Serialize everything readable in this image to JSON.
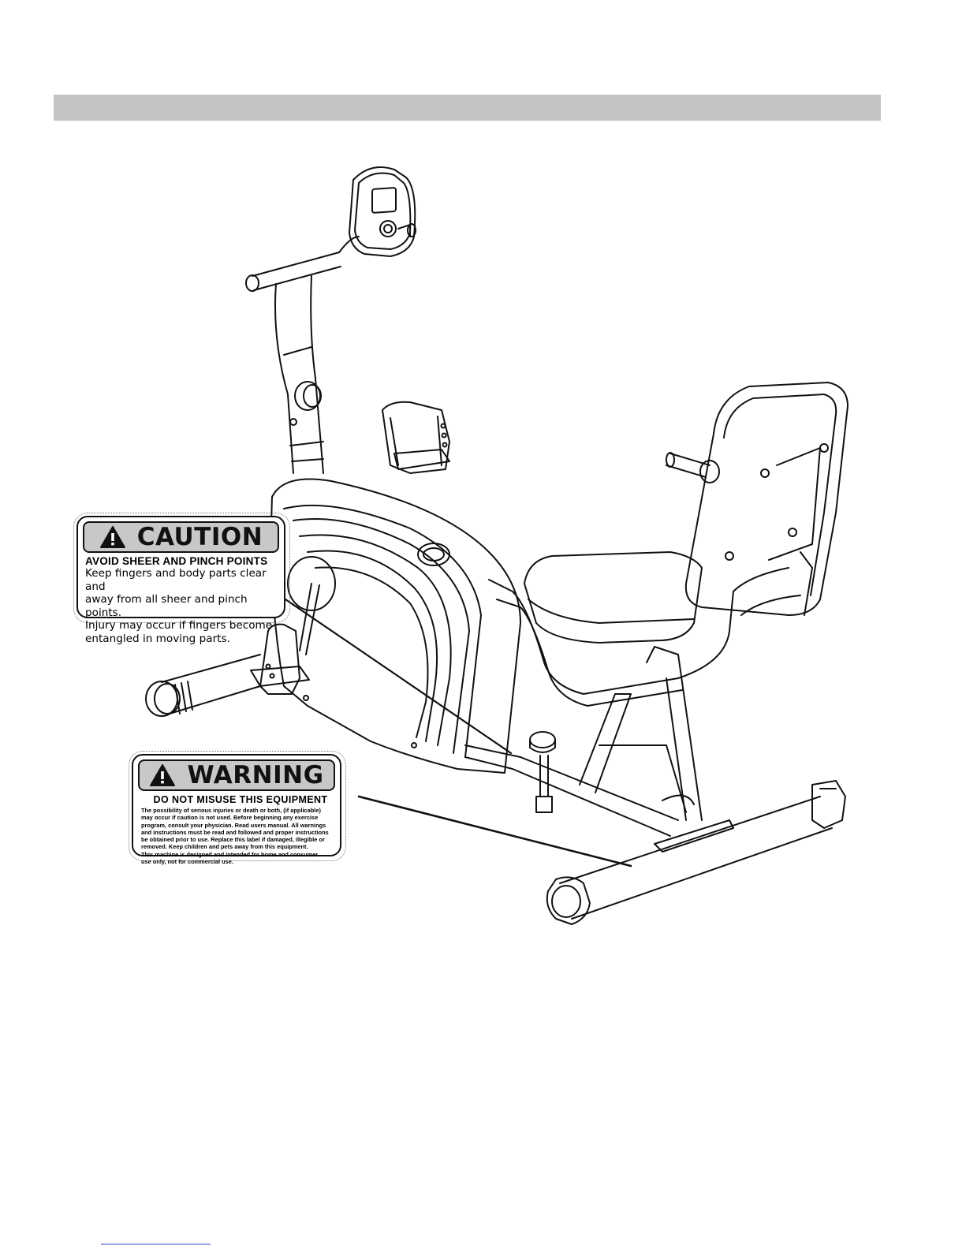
{
  "header": {
    "bar_color": "#c4c4c4"
  },
  "caution_label": {
    "word": "CAUTION",
    "subheading": "AVOID SHEER AND PINCH POINTS",
    "lines": [
      "Keep fingers and body parts clear and",
      "away from all sheer and pinch points.",
      "Injury may occur if fingers become",
      "entangled in moving parts."
    ]
  },
  "warning_label": {
    "word": "WARNING",
    "subheading": "DO NOT MISUSE THIS EQUIPMENT",
    "lines": [
      "The possibility of serious injuries or death or both, (if applicable)",
      "may occur if caution is not used. Before beginning any exercise",
      "program, consult your physician. Read users manual. All warnings",
      "and instructions must be read and followed and proper instructions",
      "be obtained prior to use. Replace this label if damaged, illegible or",
      "removed. Keep children and pets away from this equipment.",
      "This machine is designed and intended for home and consumer",
      "use only, not for commercial use."
    ]
  },
  "illustration": {
    "subject": "recumbent-exercise-bike"
  }
}
